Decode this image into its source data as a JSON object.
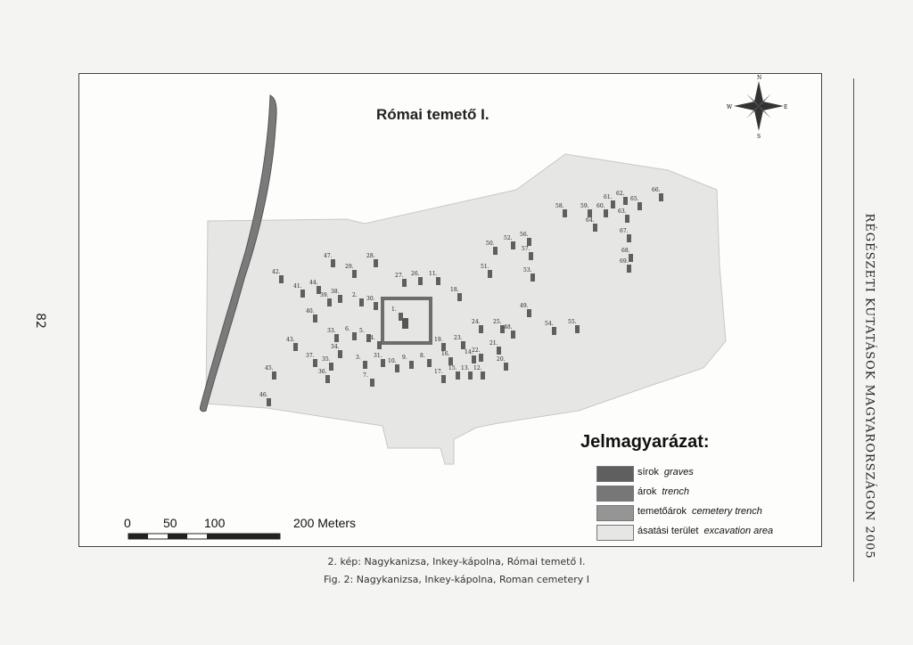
{
  "page": {
    "page_number": "82",
    "running_head": "RÉGÉSZETI KUTATÁSOK MAGYARORSZÁGON 2005"
  },
  "map": {
    "title": "Római temető I.",
    "compass": {
      "n": "N",
      "s": "S",
      "e": "E",
      "w": "W"
    },
    "grave_labels": [
      "1.",
      "2.",
      "3.",
      "4.",
      "5.",
      "6.",
      "7.",
      "8.",
      "9.",
      "10.",
      "11.",
      "12.",
      "13.",
      "14.",
      "15.",
      "16.",
      "17.",
      "18.",
      "19.",
      "20.",
      "21.",
      "22.",
      "23.",
      "24.",
      "25.",
      "26.",
      "27.",
      "28.",
      "29.",
      "30.",
      "31.",
      "33.",
      "34.",
      "35.",
      "36.",
      "37.",
      "38.",
      "39.",
      "40.",
      "41.",
      "42.",
      "43.",
      "44.",
      "45.",
      "46.",
      "47.",
      "48.",
      "49.",
      "50.",
      "51.",
      "52.",
      "53.",
      "54.",
      "55.",
      "56.",
      "57.",
      "58.",
      "59.",
      "60.",
      "61.",
      "62.",
      "63.",
      "64.",
      "65.",
      "66.",
      "67.",
      "68.",
      "69."
    ],
    "legend": {
      "title": "Jelmagyarázat:",
      "items": [
        {
          "hu": "sírok",
          "en": "graves",
          "color": "#5f5f5f"
        },
        {
          "hu": "árok",
          "en": "trench",
          "color": "#777777"
        },
        {
          "hu": "temetőárok",
          "en": "cemetery trench",
          "color": "#959595"
        },
        {
          "hu": "ásatási terület",
          "en": "excavation area",
          "color": "#e6e6e4"
        }
      ]
    },
    "scale": {
      "ticks": [
        "0",
        "50",
        "100",
        "200 Meters"
      ]
    }
  },
  "captions": {
    "hu": "2. kép: Nagykanizsa, Inkey-kápolna, Római temető I.",
    "en": "Fig. 2: Nagykanizsa, Inkey-kápolna, Roman cemetery I"
  }
}
